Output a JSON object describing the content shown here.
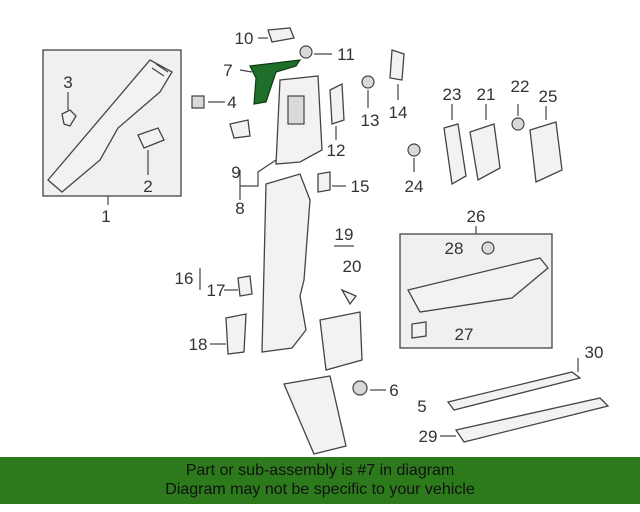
{
  "callouts": [
    "1",
    "2",
    "3",
    "4",
    "5",
    "6",
    "7",
    "8",
    "9",
    "10",
    "11",
    "12",
    "13",
    "14",
    "15",
    "16",
    "17",
    "18",
    "19",
    "20",
    "21",
    "22",
    "23",
    "24",
    "25",
    "26",
    "27",
    "28",
    "29",
    "30"
  ],
  "highlight_color": "#1f6f2a",
  "banner": {
    "line1": "Part or sub-assembly is #7 in diagram",
    "line2": "Diagram may not be specific to your vehicle",
    "background": "#2c7a1c"
  }
}
